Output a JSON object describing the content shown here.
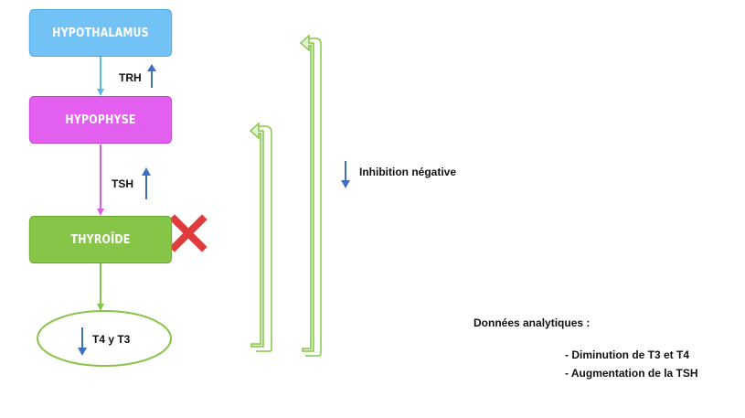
{
  "nodes": {
    "hypothalamus": "HYPOTHALAMUS",
    "hypophyse": "HYPOPHYSE",
    "thyroide": "THYROÏDE",
    "hormones": "T4 y T3"
  },
  "hormones": {
    "trh": "TRH",
    "tsh": "TSH"
  },
  "feedback": {
    "label": "Inhibition négative"
  },
  "analytics": {
    "title": "Données analytiques :",
    "items": [
      "- Diminution de T3 et T4",
      "- Augmentation de la TSH"
    ]
  },
  "colors": {
    "hypothalamus": "#73c2f5",
    "hypophyse": "#e25ff0",
    "thyroide": "#86c548",
    "arrow_up_down": "#3f6fc4",
    "blocked_x": "#e23b3b",
    "bracket_fill": "#e0f2d0",
    "bracket_stroke": "#86c548"
  }
}
